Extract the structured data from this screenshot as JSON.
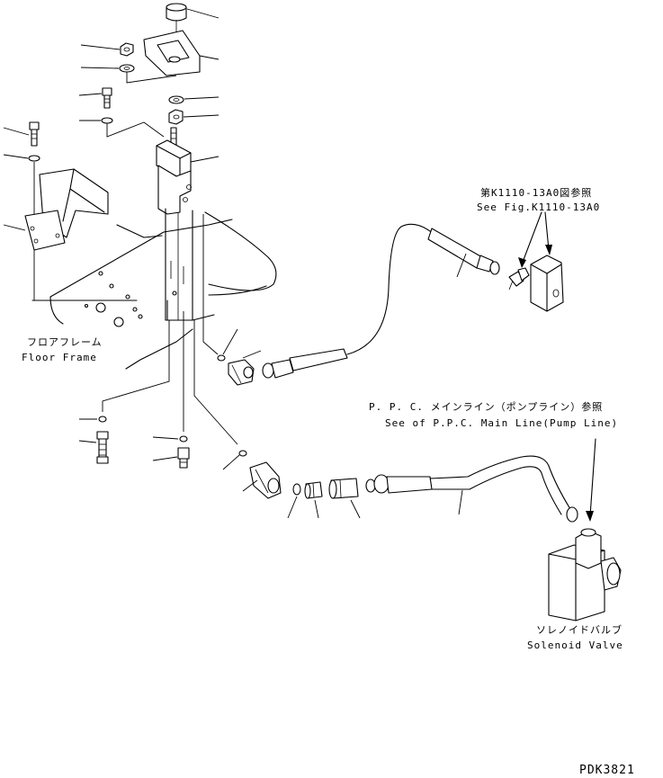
{
  "labels": {
    "ref_jp": "第K1110-13A0図参照",
    "ref_en": "See Fig.K1110-13A0",
    "ppc_jp": "P. P. C. メインライン（ポンプライン）参照",
    "ppc_en": "See of P.P.C. Main Line(Pump Line)",
    "floor_jp": "フロアフレーム",
    "floor_en": "Floor Frame",
    "solenoid_jp": "ソレノイドバルブ",
    "solenoid_en": "Solenoid Valve",
    "drawing_code": "PDK3821"
  },
  "colors": {
    "line": "#000000",
    "background": "#ffffff"
  }
}
